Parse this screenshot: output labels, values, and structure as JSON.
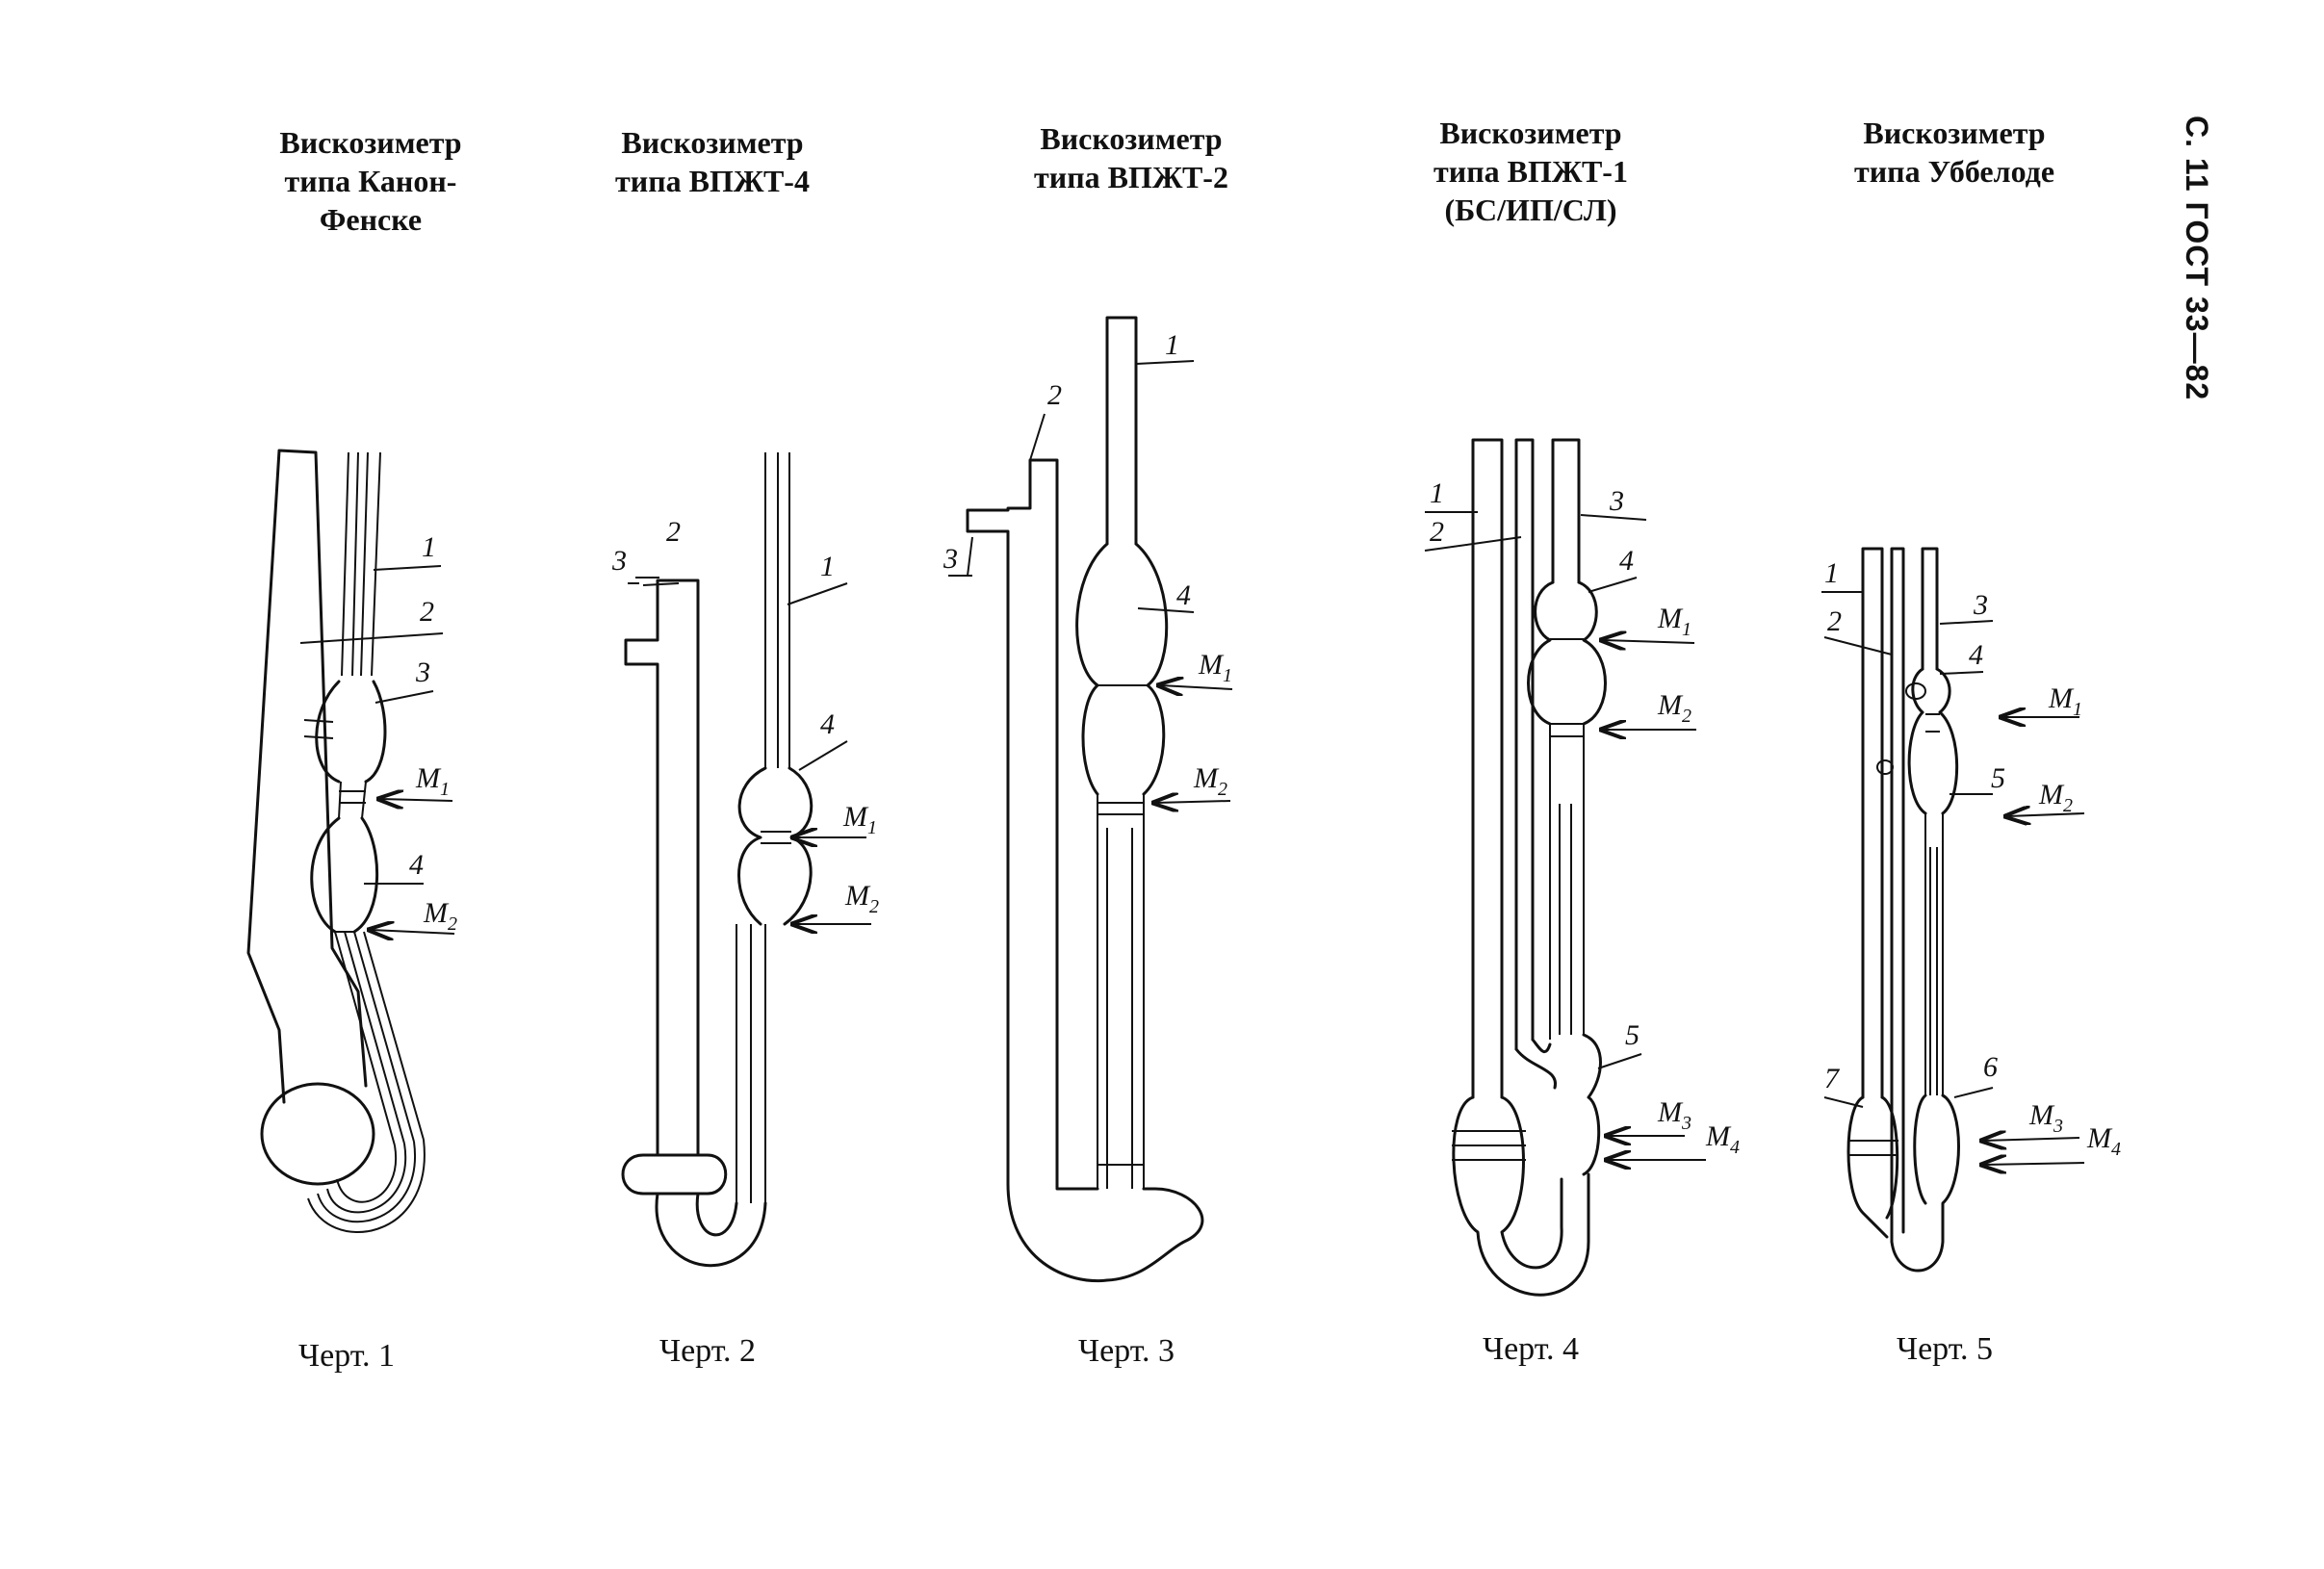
{
  "page_header": "С. 11 ГОСТ 33—82",
  "figures": [
    {
      "title_lines": [
        "Вискозиметр",
        "типа Канон-",
        "Фенске"
      ],
      "caption": "Черт. 1",
      "labels": [
        "1",
        "2",
        "3",
        "4"
      ],
      "marks": [
        {
          "main": "M",
          "sub": "1"
        },
        {
          "main": "M",
          "sub": "2"
        }
      ]
    },
    {
      "title_lines": [
        "Вискозиметр",
        "типа ВПЖТ-4"
      ],
      "caption": "Черт. 2",
      "labels": [
        "1",
        "2",
        "3",
        "4"
      ],
      "marks": [
        {
          "main": "M",
          "sub": "1"
        },
        {
          "main": "M",
          "sub": "2"
        }
      ]
    },
    {
      "title_lines": [
        "Вискозиметр",
        "типа ВПЖТ-2"
      ],
      "caption": "Черт. 3",
      "labels": [
        "1",
        "2",
        "3",
        "4"
      ],
      "marks": [
        {
          "main": "M",
          "sub": "1"
        },
        {
          "main": "M",
          "sub": "2"
        }
      ]
    },
    {
      "title_lines": [
        "Вискозиметр",
        "типа ВПЖТ-1",
        "(БС/ИП/СЛ)"
      ],
      "caption": "Черт. 4",
      "labels": [
        "1",
        "2",
        "3",
        "4",
        "5"
      ],
      "marks": [
        {
          "main": "M",
          "sub": "1"
        },
        {
          "main": "M",
          "sub": "2"
        },
        {
          "main": "M",
          "sub": "3"
        },
        {
          "main": "M",
          "sub": "4"
        }
      ]
    },
    {
      "title_lines": [
        "Вискозиметр",
        "типа Уббелоде"
      ],
      "caption": "Черт. 5",
      "labels": [
        "1",
        "2",
        "3",
        "4",
        "5",
        "6",
        "7"
      ],
      "marks": [
        {
          "main": "M",
          "sub": "1"
        },
        {
          "main": "M",
          "sub": "2"
        },
        {
          "main": "M",
          "sub": "3"
        },
        {
          "main": "M",
          "sub": "4"
        }
      ]
    }
  ]
}
